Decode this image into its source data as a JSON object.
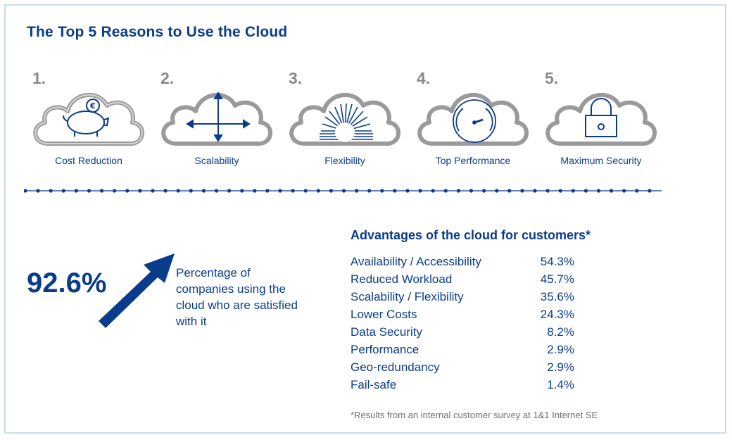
{
  "title": "The Top 5 Reasons to Use the Cloud",
  "reasons": [
    {
      "number": "1.",
      "label": "Cost Reduction",
      "icon": "piggy-bank-icon"
    },
    {
      "number": "2.",
      "label": "Scalability",
      "icon": "four-way-arrow-icon"
    },
    {
      "number": "3.",
      "label": "Flexibility",
      "icon": "spring-icon"
    },
    {
      "number": "4.",
      "label": "Top Performance",
      "icon": "speedometer-icon"
    },
    {
      "number": "5.",
      "label": "Maximum Security",
      "icon": "padlock-icon"
    }
  ],
  "satisfaction": {
    "percent": "92.6%",
    "description": "Percentage of companies using the cloud who are satisfied with it"
  },
  "advantages": {
    "title": "Advantages of the cloud for customers*",
    "rows": [
      {
        "name": "Availability / Accessibility",
        "value": "54.3%"
      },
      {
        "name": "Reduced Workload",
        "value": "45.7%"
      },
      {
        "name": "Scalability / Flexibility",
        "value": "35.6%"
      },
      {
        "name": "Lower Costs",
        "value": "24.3%"
      },
      {
        "name": "Data Security",
        "value": "8.2%"
      },
      {
        "name": "Performance",
        "value": "2.9%"
      },
      {
        "name": "Geo-redundancy",
        "value": "2.9%"
      },
      {
        "name": "Fail-safe",
        "value": "1.4%"
      }
    ]
  },
  "footnote": "*Results from an internal customer survey at 1&1 Internet SE",
  "colors": {
    "brand_blue": "#0a3c8c",
    "cloud_gray": "#9a9a9a",
    "border": "#c9dcec"
  }
}
